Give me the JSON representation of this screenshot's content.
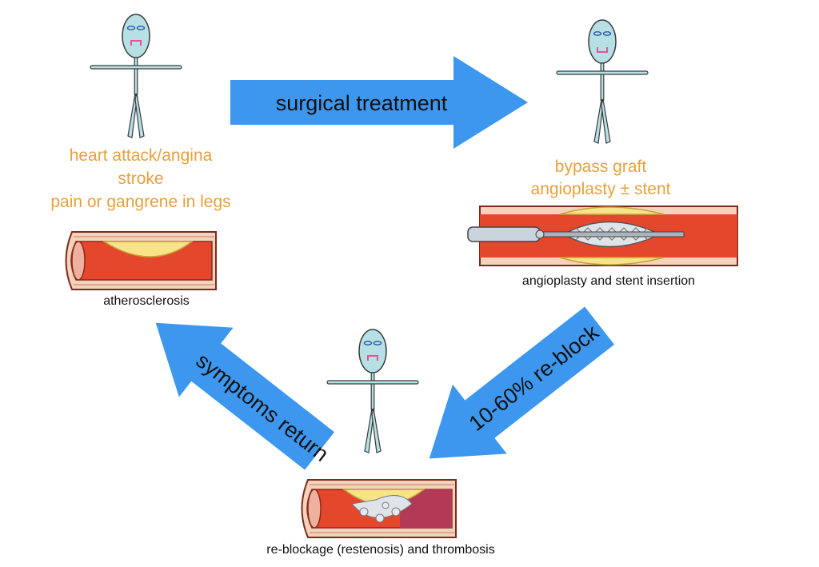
{
  "colors": {
    "arrow": "#3d97ee",
    "label_orange": "#e8a03c",
    "face": "#b7e0e4",
    "vessel_red": "#e5472c",
    "vessel_wall": "#f4d2bc",
    "plaque_yellow": "#f6e38a",
    "clot_purple": "#b23a57"
  },
  "arrows": {
    "surgical": "surgical treatment",
    "reblock": "10-60% re-block",
    "symptoms": "symptoms return"
  },
  "labels": {
    "before": {
      "line1": "heart attack/angina",
      "line2": "stroke",
      "line3": "pain or gangrene in legs"
    },
    "treated": {
      "line1": "bypass graft",
      "line2": "angioplasty ± stent"
    }
  },
  "captions": {
    "atherosclerosis": "atherosclerosis",
    "angioplasty": "angioplasty and stent insertion",
    "restenosis": "re-blockage (restenosis) and thrombosis"
  },
  "icons": {
    "sad_figure": "sad-stick-figure",
    "happy_figure": "happy-stick-figure",
    "vessel": "artery-cross-section"
  }
}
